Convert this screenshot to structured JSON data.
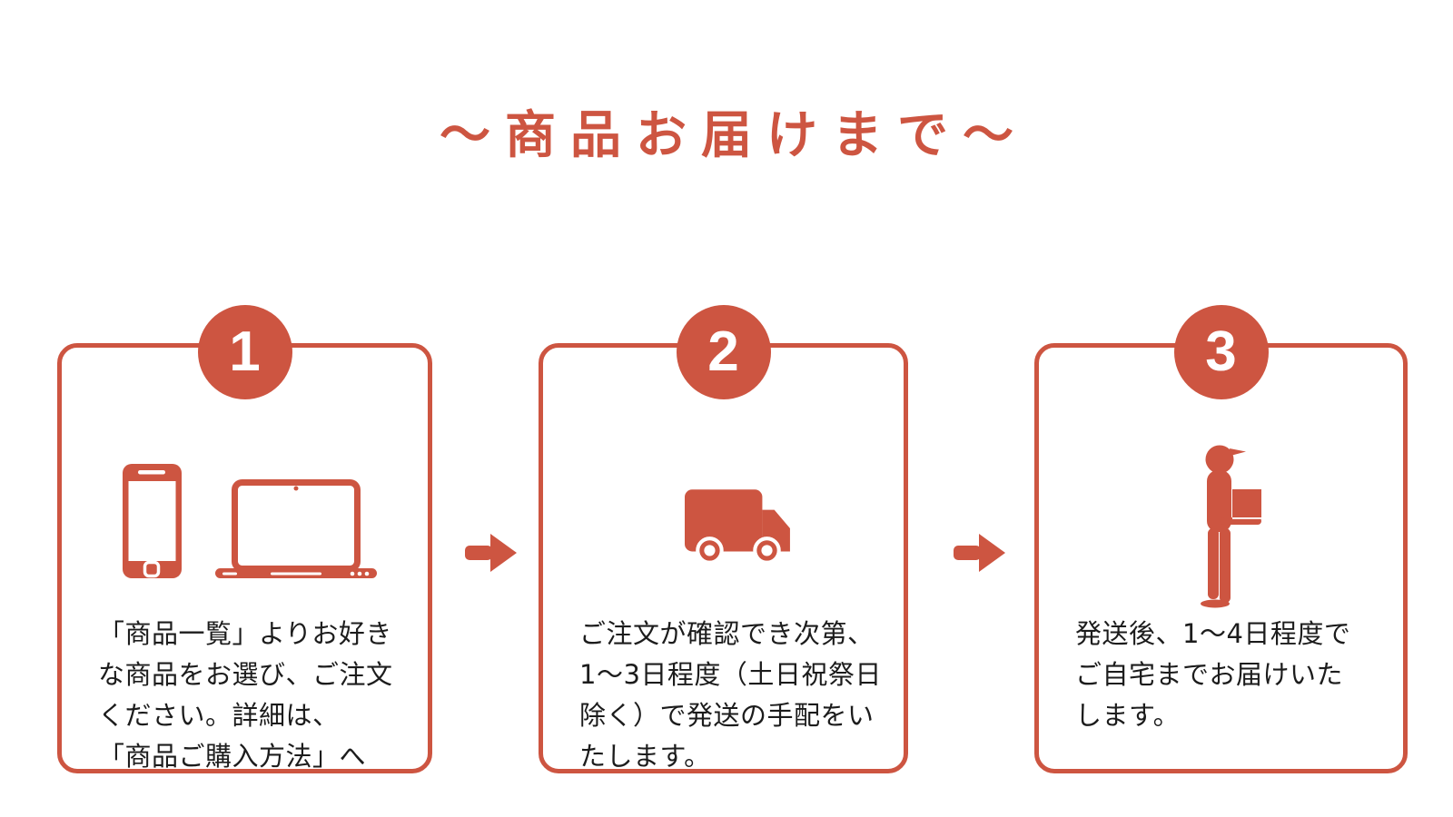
{
  "page": {
    "title": "〜商品お届けまで〜"
  },
  "colors": {
    "accent": "#CD5541",
    "text": "#1C1C1C",
    "background": "#FFFFFF"
  },
  "steps": [
    {
      "number": "1",
      "icon": "smartphone-and-laptop-icon",
      "lines": [
        "「商品一覧」よりお好き",
        "な商品をお選び、ご注文",
        "ください。詳細は、",
        "「商品ご購入方法」へ"
      ]
    },
    {
      "number": "2",
      "icon": "delivery-truck-icon",
      "lines": [
        "ご注文が確認でき次第、",
        "1〜3日程度（土日祝祭日",
        "除く）で発送の手配をい",
        "たします。"
      ]
    },
    {
      "number": "3",
      "icon": "delivery-person-icon",
      "lines": [
        "発送後、1〜4日程度で",
        "ご自宅までお届けいた",
        "します。"
      ]
    }
  ]
}
